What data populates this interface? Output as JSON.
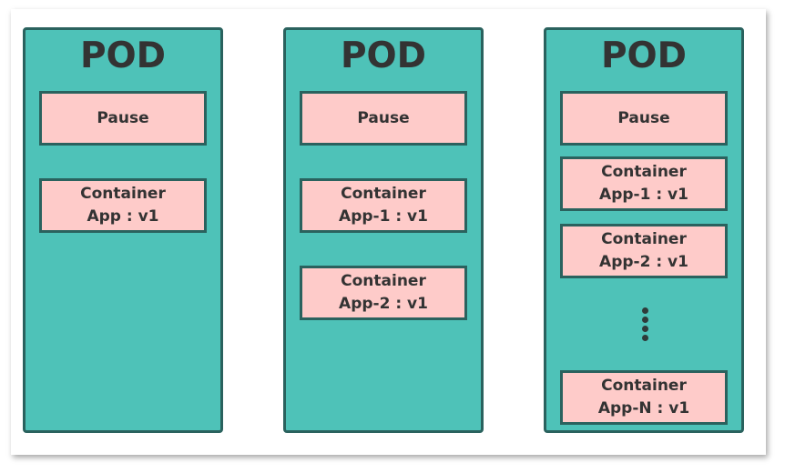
{
  "pods": [
    {
      "title": "POD",
      "pause_label": "Pause",
      "containers": [
        {
          "line1": "Container",
          "line2": "App : v1"
        }
      ]
    },
    {
      "title": "POD",
      "pause_label": "Pause",
      "containers": [
        {
          "line1": "Container",
          "line2": "App-1 : v1"
        },
        {
          "line1": "Container",
          "line2": "App-2 : v1"
        }
      ]
    },
    {
      "title": "POD",
      "pause_label": "Pause",
      "containers": [
        {
          "line1": "Container",
          "line2": "App-1 : v1"
        },
        {
          "line1": "Container",
          "line2": "App-2 : v1"
        },
        {
          "line1": "Container",
          "line2": "App-N : v1"
        }
      ]
    }
  ],
  "colors": {
    "pod_fill": "#4ec2b8",
    "pod_border": "#2a625e",
    "box_fill": "#fecbc9",
    "text": "#333333"
  }
}
